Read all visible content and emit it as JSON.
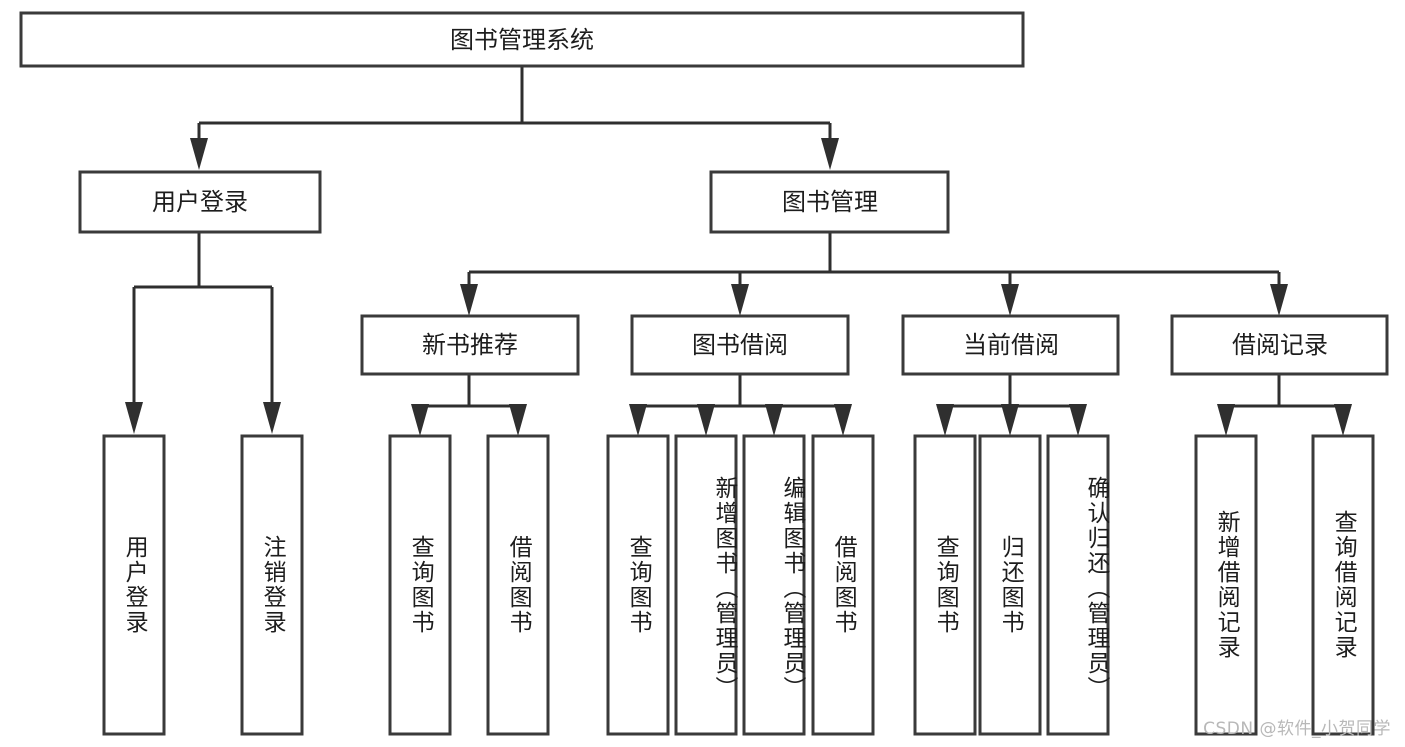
{
  "diagram": {
    "title": "图书管理系统",
    "type": "tree-hierarchy-diagram",
    "colors": {
      "box_stroke": "#3a3a3a",
      "box_fill": "#ffffff",
      "connector": "#2f2f2f",
      "text": "#1d1d1d",
      "watermark": "#b8b8b8",
      "background": "#ffffff"
    },
    "root": {
      "label": "图书管理系统"
    },
    "level2": [
      {
        "label": "用户登录"
      },
      {
        "label": "图书管理"
      }
    ],
    "level3": [
      {
        "label": "新书推荐"
      },
      {
        "label": "图书借阅"
      },
      {
        "label": "当前借阅"
      },
      {
        "label": "借阅记录"
      }
    ],
    "leaves": {
      "user_login": [
        {
          "label": "用户登录"
        },
        {
          "label": "注销登录"
        }
      ],
      "new_book_recommend": [
        {
          "label": "查询图书"
        },
        {
          "label": "借阅图书"
        }
      ],
      "book_borrow": [
        {
          "label": "查询图书"
        },
        {
          "label": "新增图书（管理员）"
        },
        {
          "label": "编辑图书（管理员）"
        },
        {
          "label": "借阅图书"
        }
      ],
      "current_borrow": [
        {
          "label": "查询图书"
        },
        {
          "label": "归还图书"
        },
        {
          "label": "确认归还（管理员）"
        }
      ],
      "borrow_record": [
        {
          "label": "新增借阅记录"
        },
        {
          "label": "查询借阅记录"
        }
      ]
    },
    "watermark": "CSDN @软件_小贺同学"
  }
}
